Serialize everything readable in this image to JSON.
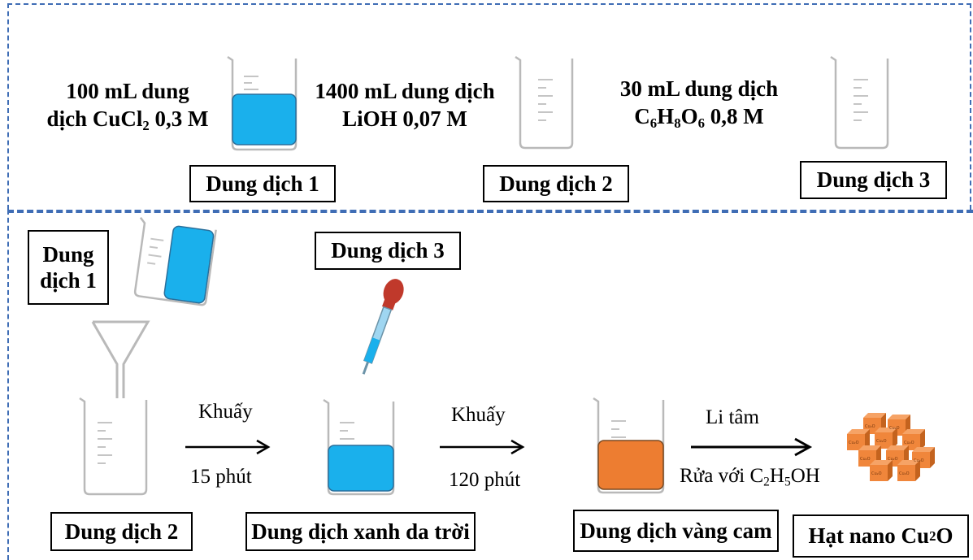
{
  "top": {
    "reagent1": {
      "line1": "100 mL dung",
      "line2_pre": "dịch CuCl",
      "line2_sub": "2",
      "line2_post": " 0,3 M"
    },
    "reagent2": {
      "line1": "1400 mL dung dịch",
      "line2": "LiOH 0,07 M"
    },
    "reagent3": {
      "line1": "30 mL dung dịch",
      "f1": "C",
      "s1": "6",
      "f2": "H",
      "s2": "8",
      "f3": "O",
      "s3": "6",
      "post": " 0,8 M"
    },
    "label1": "Dung dịch 1",
    "label2": "Dung dịch 2",
    "label3": "Dung dịch 3"
  },
  "bottom": {
    "pour_label_line1": "Dung",
    "pour_label_line2": "dịch 1",
    "dropper_label": "Dung dịch 3",
    "step1": {
      "above": "Khuấy",
      "below": "15 phút"
    },
    "step2": {
      "above": "Khuấy",
      "below": "120 phút"
    },
    "step3": {
      "above": "Li tâm",
      "below_pre": "Rửa với C",
      "below_s1": "2",
      "below_mid": "H",
      "below_s2": "5",
      "below_post": "OH"
    },
    "box_start": "Dung dịch 2",
    "box_blue": "Dung dịch xanh da trời",
    "box_orange": "Dung dịch vàng cam",
    "box_final_pre": "Hạt nano Cu",
    "box_final_sub": "2",
    "box_final_post": "O",
    "cube_label": "Cu₂O"
  },
  "colors": {
    "blue": "#1ab0ec",
    "orange": "#ed7d31",
    "frame": "#3f6db5",
    "cube": "#f0863b"
  }
}
